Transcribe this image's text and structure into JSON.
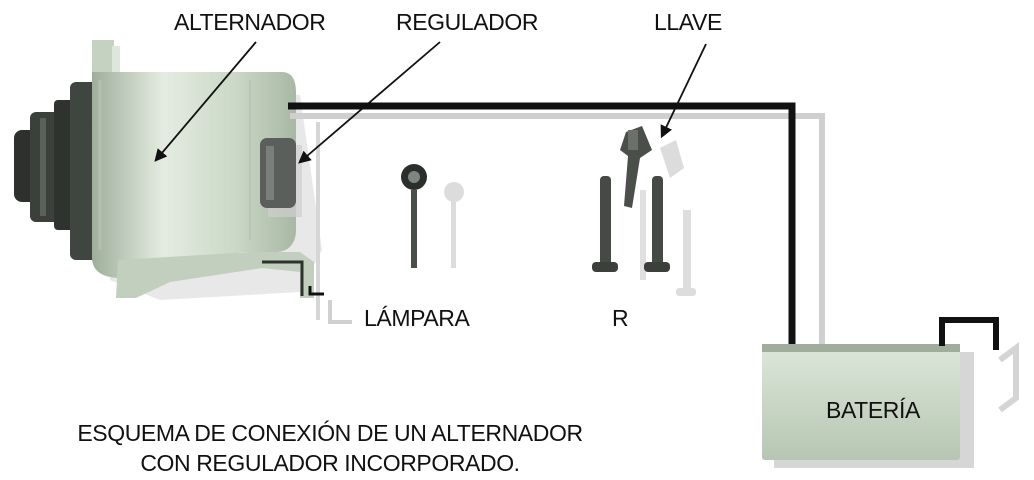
{
  "labels": {
    "alternator": "ALTERNADOR",
    "regulator": "REGULADOR",
    "key": "LLAVE",
    "lamp": "LÁMPARA",
    "resistor": "R",
    "battery": "BATERÍA"
  },
  "caption": {
    "line1": "ESQUEMA DE CONEXIÓN DE UN ALTERNADOR",
    "line2": "CON REGULADOR INCORPORADO."
  },
  "colors": {
    "wire": "#111111",
    "wire_shadow": "#cfcfcf",
    "alternator_body": "#c9d6c5",
    "alternator_dark": "#3a3f3a",
    "regulator_box": "#5e625e",
    "battery_body": "#c8d6c5",
    "label_text": "#111111",
    "arrow": "#111111"
  }
}
